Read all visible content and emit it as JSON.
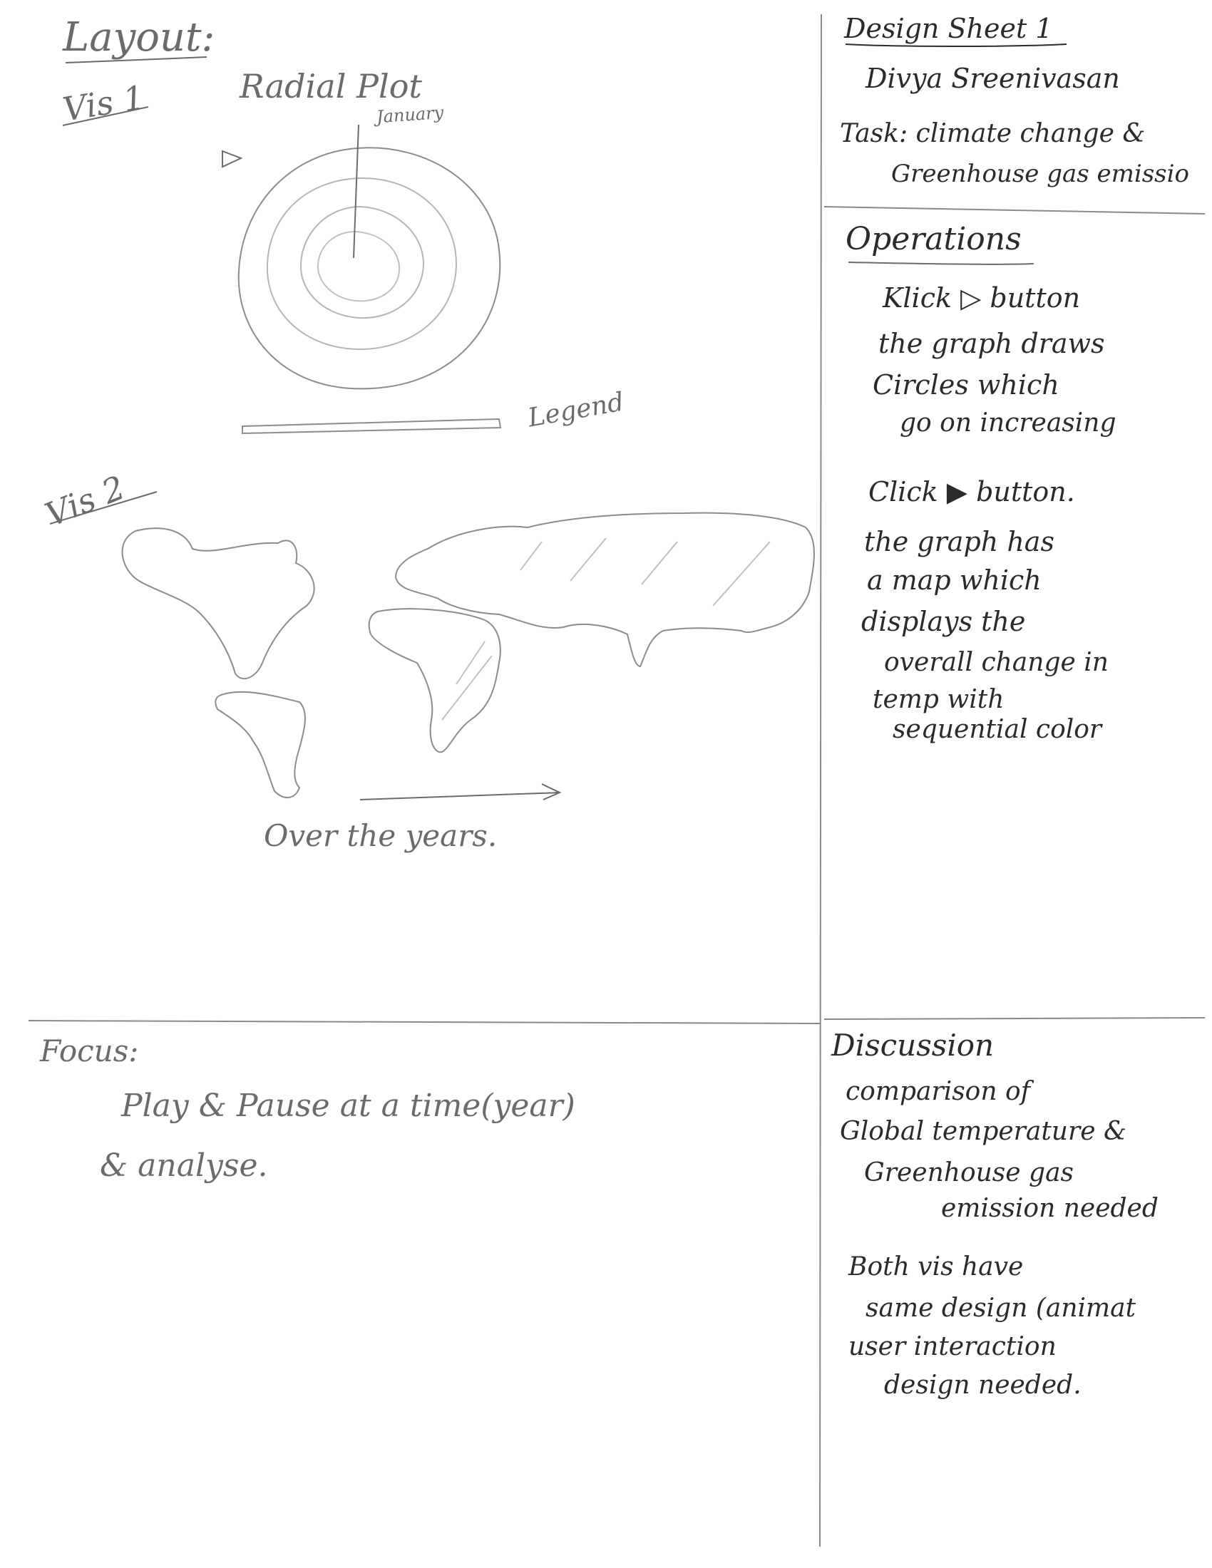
{
  "layout": {
    "heading": "Layout:",
    "vis1": {
      "label": "Vis 1",
      "title": "Radial Plot",
      "month_annotation": "January",
      "legend_label": "Legend",
      "play_icon": "play-triangle-icon"
    },
    "vis2": {
      "label": "Vis 2",
      "timeline_caption": "Over the years.",
      "arrow_icon": "right-arrow-icon"
    }
  },
  "header": {
    "sheet_title": "Design Sheet 1",
    "author": "Divya Sreenivasan",
    "task_line1": "Task: climate change &",
    "task_line2": "Greenhouse gas emissio"
  },
  "operations": {
    "heading": "Operations",
    "op1": {
      "lines": [
        "Klick ▷ button",
        "the graph draws",
        "Circles which",
        "go on increasing"
      ]
    },
    "op2": {
      "lines": [
        "Click ▶ button.",
        "the graph has",
        "a map which",
        "displays the",
        "overall change in",
        "temp with",
        "sequential color"
      ]
    }
  },
  "focus": {
    "heading": "Focus:",
    "line1": "Play & Pause at a time(year)",
    "line2": "& analyse."
  },
  "discussion": {
    "heading": "Discussion",
    "para1": [
      "comparison of",
      "Global temperature &",
      "Greenhouse gas",
      "emission needed"
    ],
    "para2": [
      "Both vis have",
      "same design (animat",
      "user interaction",
      "design needed."
    ]
  },
  "colors": {
    "pencil": "#6b6b6b",
    "pencil_dark": "#2b2b2b",
    "grid_line": "#8a8a8a"
  }
}
